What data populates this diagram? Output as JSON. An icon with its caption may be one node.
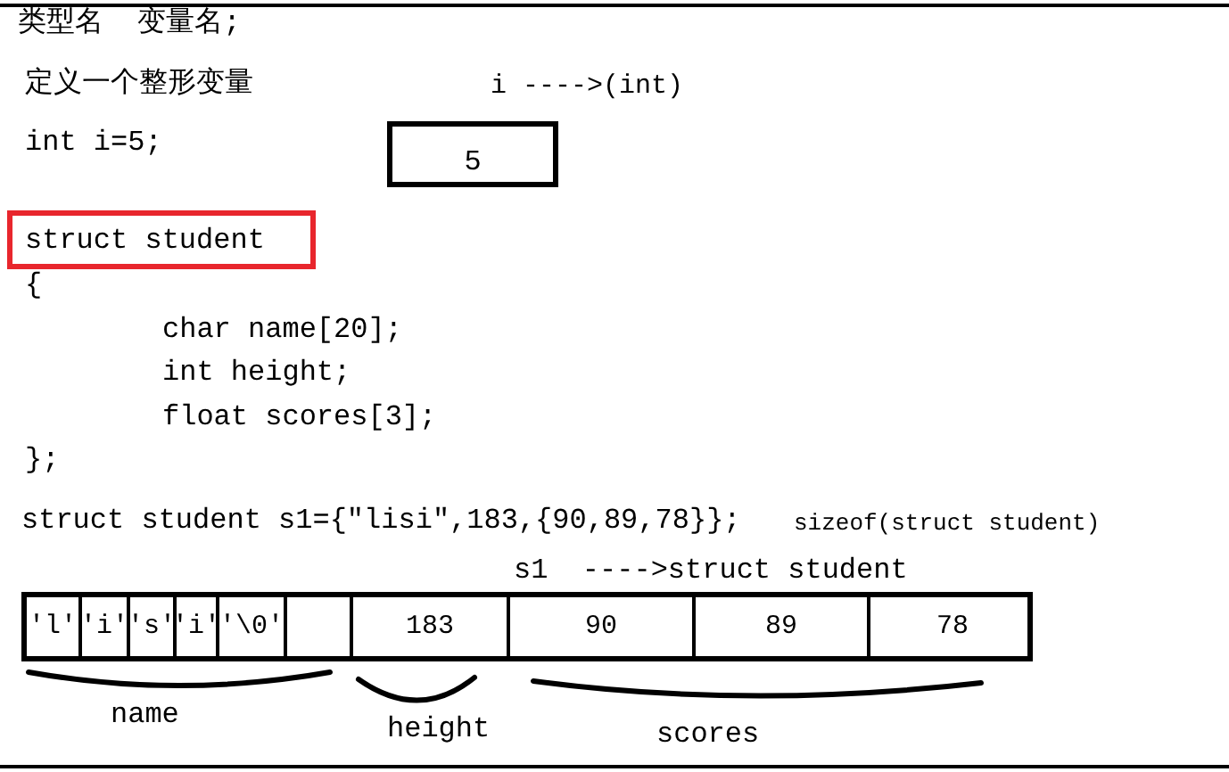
{
  "diagram": {
    "nodes": [
      {
        "text": [
          "5"
        ]
      },
      {
        "text": [
          "struct student"
        ]
      },
      {
        "text": [],
        "shape": "box"
      },
      {
        "text": [
          "'l'"
        ],
        "in": 2
      },
      {
        "text": [
          "'i'"
        ],
        "in": 2
      },
      {
        "text": [
          "'s'"
        ],
        "in": 2
      },
      {
        "text": [
          "'i'"
        ],
        "in": 2
      },
      {
        "text": [
          "'\\0'"
        ],
        "in": 2
      },
      {
        "text": [],
        "shape": "box",
        "in": 2
      },
      {
        "text": [
          "183"
        ],
        "in": 2
      },
      {
        "text": [
          "90"
        ],
        "in": 2
      },
      {
        "text": [
          "89"
        ],
        "in": 2
      },
      {
        "text": [
          "78"
        ],
        "in": 2
      }
    ],
    "edges": [],
    "labels": [
      "类型名  变量名;",
      "定义一个整形变量",
      "i ---->(int)",
      "int i=5;",
      "{",
      "char name[20];",
      "int height;",
      "float scores[3];",
      "};",
      "struct student s1={\"lisi\",183,{90,89,78}};",
      "sizeof(struct student)",
      "s1  ---->struct student",
      "name",
      "height",
      "scores"
    ]
  }
}
